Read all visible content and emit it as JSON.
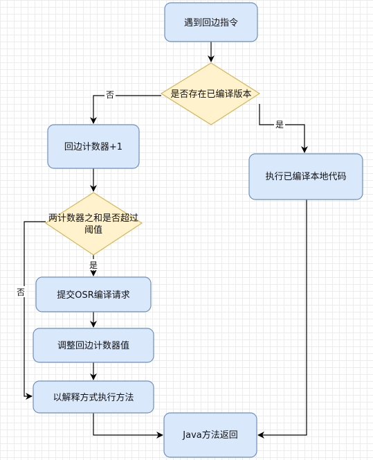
{
  "colors": {
    "process_fill": "#dae8fc",
    "process_stroke": "#6c8ebf",
    "decision_fill": "#fff2cc",
    "decision_stroke": "#d6b656",
    "line": "#000000"
  },
  "nodes": {
    "start": "遇到回边指令",
    "has_compiled": "是否存在已编译版本",
    "counter_inc": "回边计数器+1",
    "threshold_line1": "两计数器之和是否超过",
    "threshold_line2": "阈值",
    "osr_submit": "提交OSR编译请求",
    "adjust_counter": "调整回边计数器值",
    "interpret": "以解释方式执行方法",
    "exec_native": "执行已编译本地代码",
    "java_return": "Java方法返回"
  },
  "edges": {
    "no_compiled": "否",
    "yes_compiled": "是",
    "yes_threshold": "是",
    "no_threshold": "否"
  }
}
